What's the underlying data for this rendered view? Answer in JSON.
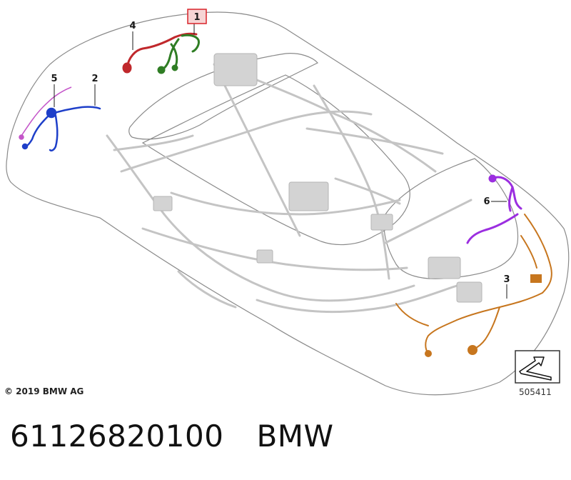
{
  "callouts": [
    "1",
    "2",
    "3",
    "4",
    "5",
    "6"
  ],
  "copyright": "© 2019 BMW AG",
  "reference_number": "505411",
  "part_number": "61126820100",
  "brand": "BMW",
  "colors": {
    "outline": "#8a8a8a",
    "harness_gray": "#c4c4c4",
    "harness_red": "#c0282c",
    "harness_green": "#2f7d24",
    "harness_blue": "#1e3fc9",
    "harness_pink": "#c455c9",
    "harness_purple": "#9b2ee0",
    "harness_orange": "#c7761e",
    "highlight_box": "#d9232a"
  },
  "icons": [
    "orientation-arrow-icon"
  ]
}
